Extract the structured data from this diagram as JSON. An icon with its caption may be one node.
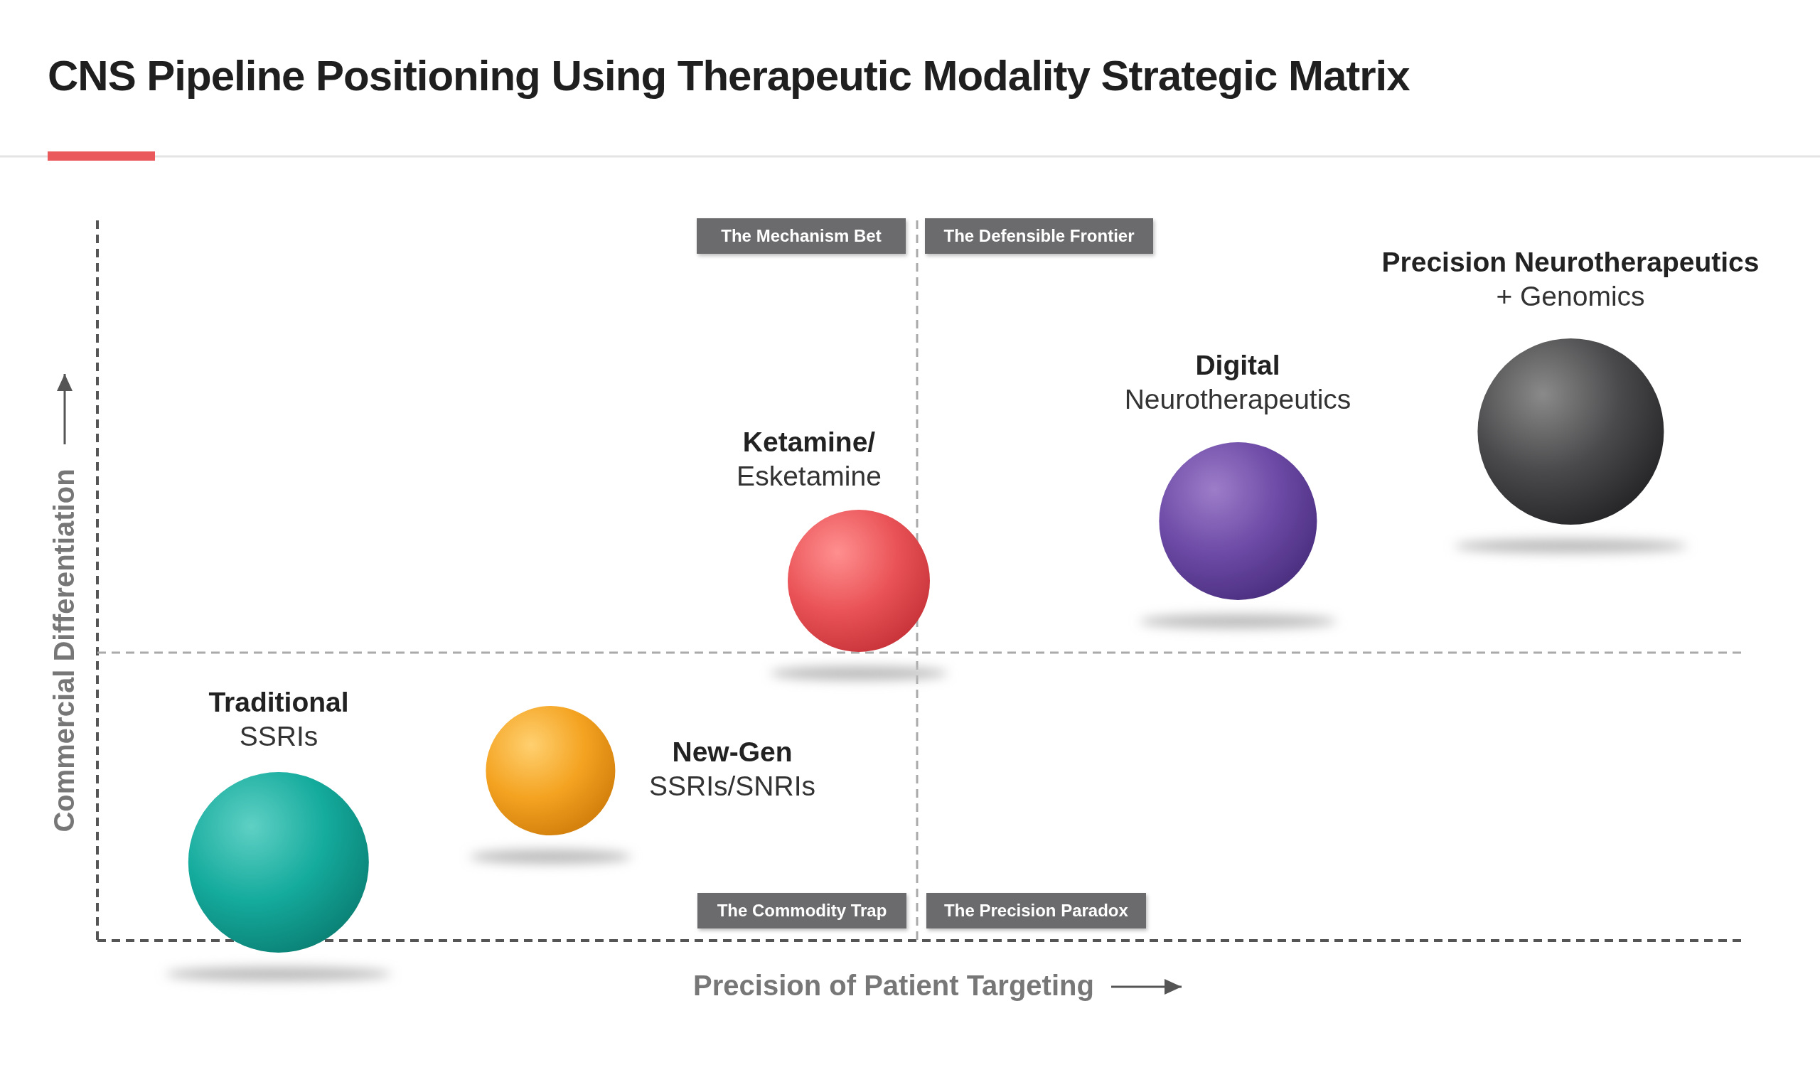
{
  "diagram": {
    "title": "CNS Pipeline Positioning Using Therapeutic Modality Strategic Matrix",
    "nodes": [
      {
        "text": [
          "The Mechanism Bet"
        ]
      },
      {
        "text": [
          "The Defensible Frontier"
        ]
      },
      {
        "text": [
          "Precision Neurotherapeutics",
          "+ Genomics"
        ]
      },
      {
        "text": [
          "Digital",
          "Neurotherapeutics"
        ]
      },
      {
        "text": [
          "Ketamine/",
          "Esketamine"
        ]
      },
      {
        "text": [
          "Traditional",
          "SSRIs"
        ]
      },
      {
        "text": [
          "New-Gen",
          "SSRIs/SNRIs"
        ]
      },
      {
        "text": [
          "The Commodity Trap"
        ]
      },
      {
        "text": [
          "The Precision Paradox"
        ]
      }
    ],
    "labels": [
      "Commercial Differentiation",
      "Precision of Patient Targeting"
    ]
  }
}
